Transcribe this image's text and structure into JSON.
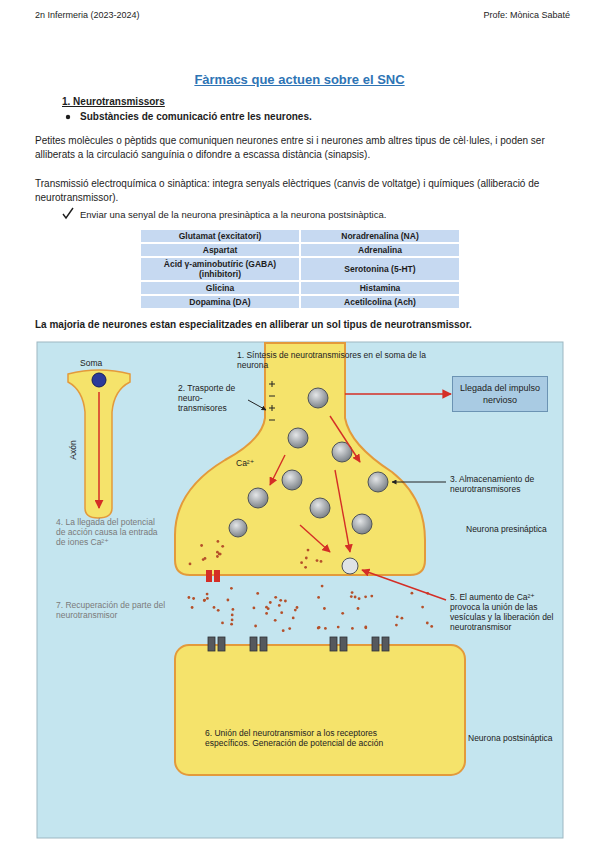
{
  "diagram": {
    "title": "Fàrmacs que actuen sobre el SNC",
    "nodes": [
      {
        "text": [
          "Llegada del impulso nervioso"
        ]
      },
      {
        "text": [
          "Neurona presináptica"
        ]
      },
      {
        "text": [
          "Neurona postsináptica"
        ]
      }
    ],
    "edges": [
      {
        "from": 1,
        "to": 0,
        "arrow": "to"
      }
    ],
    "labels": [
      "2n Infermeria (2023-2024)",
      "Profe: Mònica Sabaté",
      "1. Neurotransmissors",
      "Substàncies de comunicació entre les neurones.",
      "Petites molècules o pèptids que comuniquen neurones entre si i neurones amb altres tipus de cèl·lules, i poden ser alliberats a la circulació sanguínia o difondre a escassa distància (sinapsis).",
      "Transmissió electroquímica o sinàptica: integra senyals elèctriques (canvis de voltatge) i químiques (alliberació de neurotransmissor).",
      "Enviar una senyal de la neurona presinàptica a la neurona postsinàptica.",
      "Glutamat (excitatori)",
      "Noradrenalina (NA)",
      "Aspartat",
      "Adrenalina",
      "Àcid γ-aminobutíric (GABA) (inhibitori)",
      "Serotonina (5-HT)",
      "Glicina",
      "Histamina",
      "Dopamina (DA)",
      "Acetilcolina (Ach)",
      "La majoria de neurones estan especialitzades en alliberar un sol tipus de neurotransmissor.",
      "Soma",
      "Axón",
      "1. Síntesis de neurotransmisores en el soma de la neurona",
      "2. Trasporte de neuro- transmisores",
      "3. Almacenamiento de neurotransmisores",
      "Ca²⁺",
      "4. La llegada del potencial de acción causa la entrada de iones Ca²⁺",
      "7. Recuperación de parte del neurotransmisor",
      "5. El aumento de Ca²⁺ provoca la unión de las vesículas y la liberación del neurotransmisor",
      "6. Unión del neurotransmisor a los receptores específicos. Generación de potencial de acción"
    ]
  }
}
